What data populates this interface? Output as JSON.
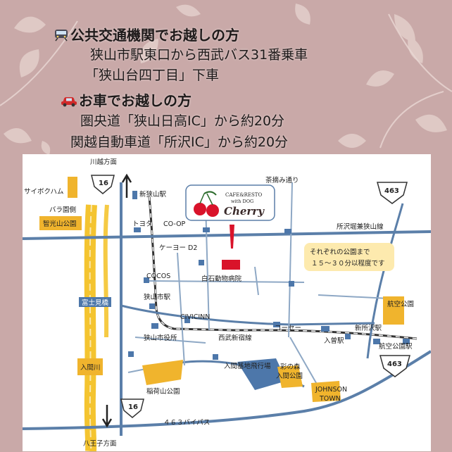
{
  "colors": {
    "background": "#c9a9a8",
    "leaf_pattern": "#e7d5d1",
    "river": "#f4c430",
    "road_main": "#5b7fa9",
    "road_minor": "#8ea8c5",
    "railway": "#333333",
    "station": "#4d77aa",
    "park": "#f0b42d",
    "marker": "#d9132a",
    "callout_bg": "#fdeaae"
  },
  "icons": {
    "train": "train-icon",
    "car": "car-icon"
  },
  "access": {
    "public_transport": {
      "heading": "公共交通機関でお越しの方",
      "line1": "狭山市駅東口から西武バス31番乗車",
      "line2": "「狭山台四丁目」下車"
    },
    "car": {
      "heading": "お車でお越しの方",
      "line1": "圏央道「狭山日高IC」から約20分",
      "line2": "関越自動車道「所沢IC」から約20分"
    }
  },
  "map": {
    "cafe_logo": {
      "line1": "CAFE&RESTO",
      "line2": "with DOG",
      "name": "Cherry"
    },
    "callout": {
      "line1": "それぞれの公園まで",
      "line2": "１５～３０分以程度です"
    },
    "route_signs": {
      "r16_top": "16",
      "r16_bottom": "16",
      "r463_top": "463",
      "r463_right": "463"
    },
    "directions": {
      "north": "川越方面",
      "south": "八王子方面"
    },
    "labels": {
      "saibokuham": "サイボクハム",
      "bara_garden": "バラ園側",
      "chikoyama_park": "智光山公園",
      "shin_sayama_station": "新狭山駅",
      "chamichi": "茶摘み通り",
      "toyota": "トヨタ",
      "coop": "CO-OP",
      "keiyo": "ケーヨー D2",
      "tokorozawa_line": "所沢堀兼狭山線",
      "cocos": "COCOS",
      "shiraishi_hospital": "白石動物病院",
      "sayamashi_station": "狭山市駅",
      "fujimi_bridge": "富士見橋",
      "civicinn": "CIVICINN",
      "city_hall": "狭山市役所",
      "seibu_shinjuku": "西武新宿線",
      "kohsei": "コーセー",
      "shin_iruma": "新所沢駅",
      "iriso": "入曽駅",
      "koku_park": "航空公園",
      "koku_park_station": "航空公園駅",
      "iruma_river": "入間川",
      "inariyama_park": "稲荷山公園",
      "iruma_airbase": "入間基地飛行場",
      "irodori_park": "彩の森\n入間公園",
      "johnson_town": "JOHNSON\nTOWN",
      "bypass": "４６３バイパス"
    }
  }
}
